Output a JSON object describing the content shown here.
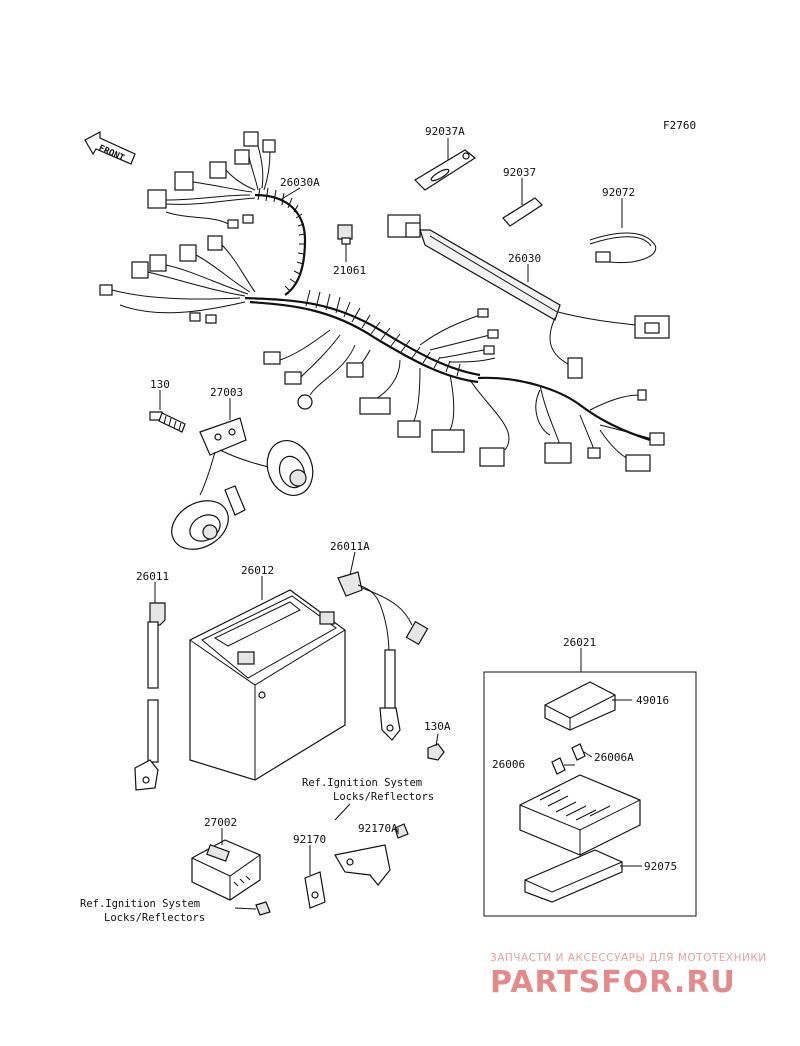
{
  "figure_code": "F2760",
  "front_arrow_text": "FRONT",
  "parts": {
    "p92037A": "92037A",
    "p92037": "92037",
    "p92072": "92072",
    "p26030A": "26030A",
    "p21061": "21061",
    "p26030": "26030",
    "p130": "130",
    "p27003": "27003",
    "p26011A": "26011A",
    "p26011": "26011",
    "p26012": "26012",
    "p26021": "26021",
    "p49016": "49016",
    "p26006": "26006",
    "p26006A": "26006A",
    "p130A": "130A",
    "p92075": "92075",
    "p27002": "27002",
    "p92170A": "92170A",
    "p92170": "92170"
  },
  "references": {
    "upper_line1": "Ref.Ignition System",
    "upper_line2": "Locks/Reflectors",
    "lower_line1": "Ref.Ignition System",
    "lower_line2": "Locks/Reflectors"
  },
  "watermark": {
    "tagline": "ЗАПЧАСТИ И АКСЕССУАРЫ ДЛЯ МОТОТЕХНИКИ",
    "brand": "PARTSFOR.RU"
  },
  "colors": {
    "ink": "#111111",
    "watermark": "#e38b8b"
  }
}
